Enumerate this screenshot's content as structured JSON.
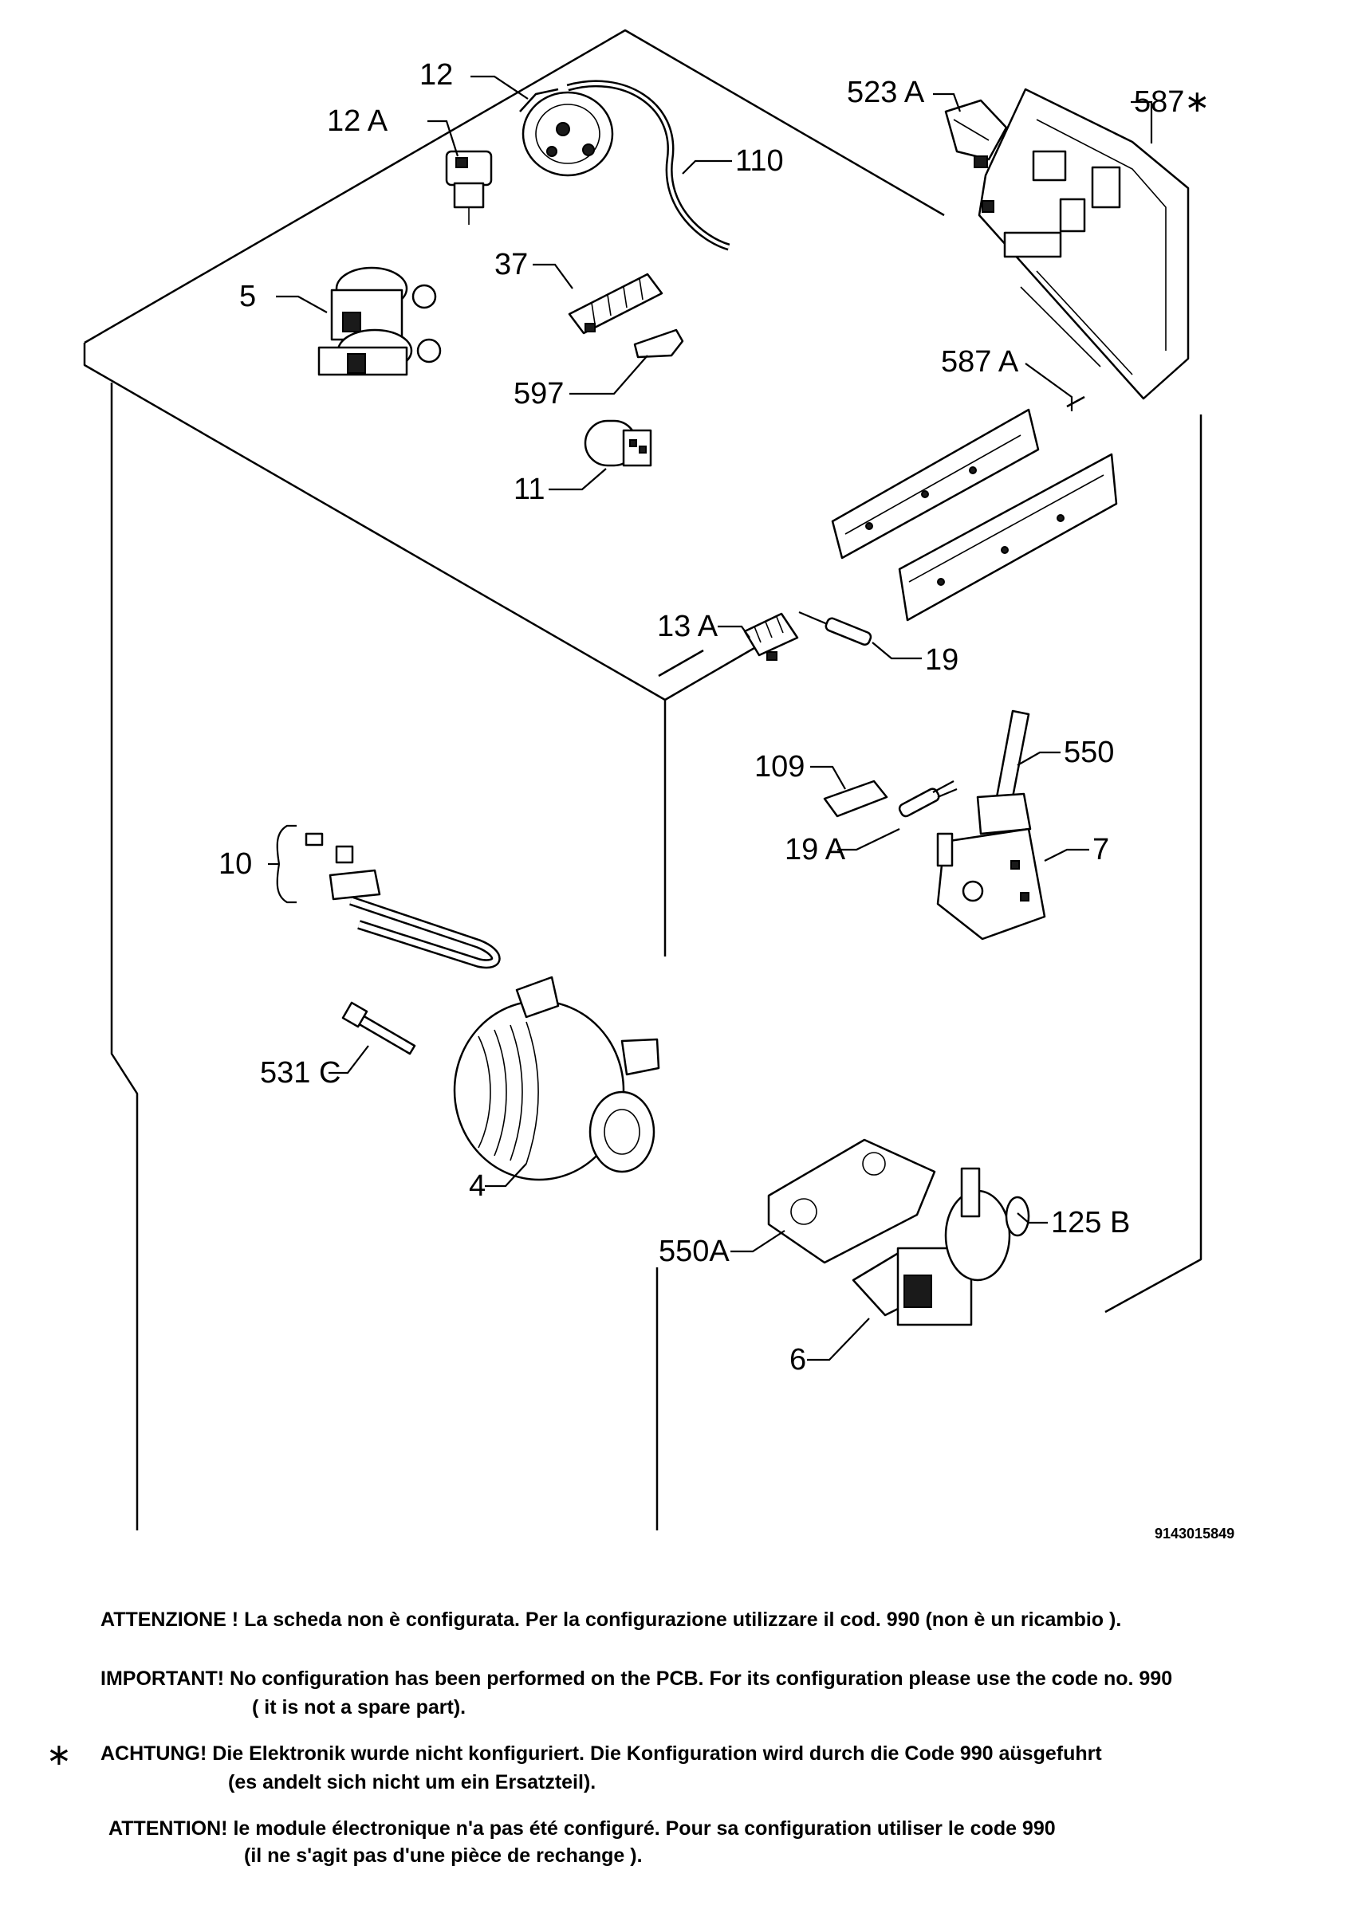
{
  "callouts": {
    "c12": "12",
    "c12a": "12 A",
    "c110": "110",
    "c523a": "523 A",
    "c587star": "587∗",
    "c5": "5",
    "c37": "37",
    "c597": "597",
    "c11": "11",
    "c587a": "587 A",
    "c13a": "13 A",
    "c19": "19",
    "c109": "109",
    "c550": "550",
    "c19a": "19 A",
    "c7": "7",
    "c10": "10",
    "c531c": "531 C",
    "c4": "4",
    "c550a": "550A",
    "c125b": "125 B",
    "c6": "6"
  },
  "document_code": "9143015849",
  "notes": {
    "italian": "ATTENZIONE ! La scheda non è configurata. Per la configurazione utilizzare il cod. 990 (non è un ricambio ).",
    "english_1": "IMPORTANT! No configuration has been performed on the PCB. For its configuration please use the code no. 990",
    "english_2": "( it is not a spare part).",
    "asterisk": "∗",
    "german_1": "ACHTUNG! Die Elektronik wurde nicht konfiguriert. Die Konfiguration wird durch die Code 990 aüsgefuhrt",
    "german_2": "(es andelt sich nicht um ein Ersatzteil).",
    "french_1": "ATTENTION! le module électronique n'a pas été configuré. Pour  sa configuration utiliser le code 990",
    "french_2": "(il ne s'agit pas d'une pièce de rechange )."
  }
}
